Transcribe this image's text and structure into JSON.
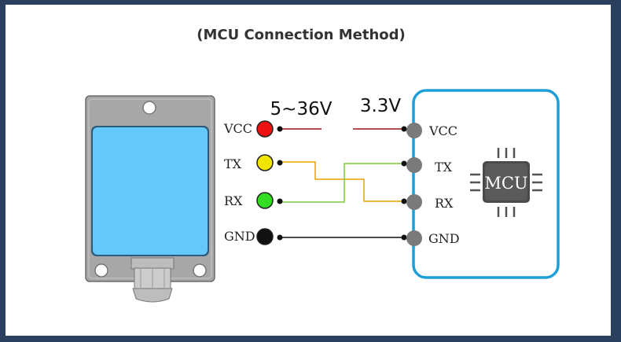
{
  "title": "(MCU Connection Method)",
  "voltage_left": "5~36V",
  "voltage_right": "3.3V",
  "chip_label": "MCU",
  "sensor_pins": [
    {
      "label": "VCC",
      "color": "#ee1111"
    },
    {
      "label": "TX",
      "color": "#f2e600"
    },
    {
      "label": "RX",
      "color": "#33dd22"
    },
    {
      "label": "GND",
      "color": "#111111"
    }
  ],
  "mcu_pins": [
    {
      "label": "VCC"
    },
    {
      "label": "TX"
    },
    {
      "label": "RX"
    },
    {
      "label": "GND"
    }
  ],
  "wire_colors": {
    "vcc": "#9b1212",
    "tx_to_rx": "#e8a200",
    "rx_to_tx": "#7cc83b",
    "gnd": "#111111"
  },
  "accent_color": "#1e9fd8"
}
